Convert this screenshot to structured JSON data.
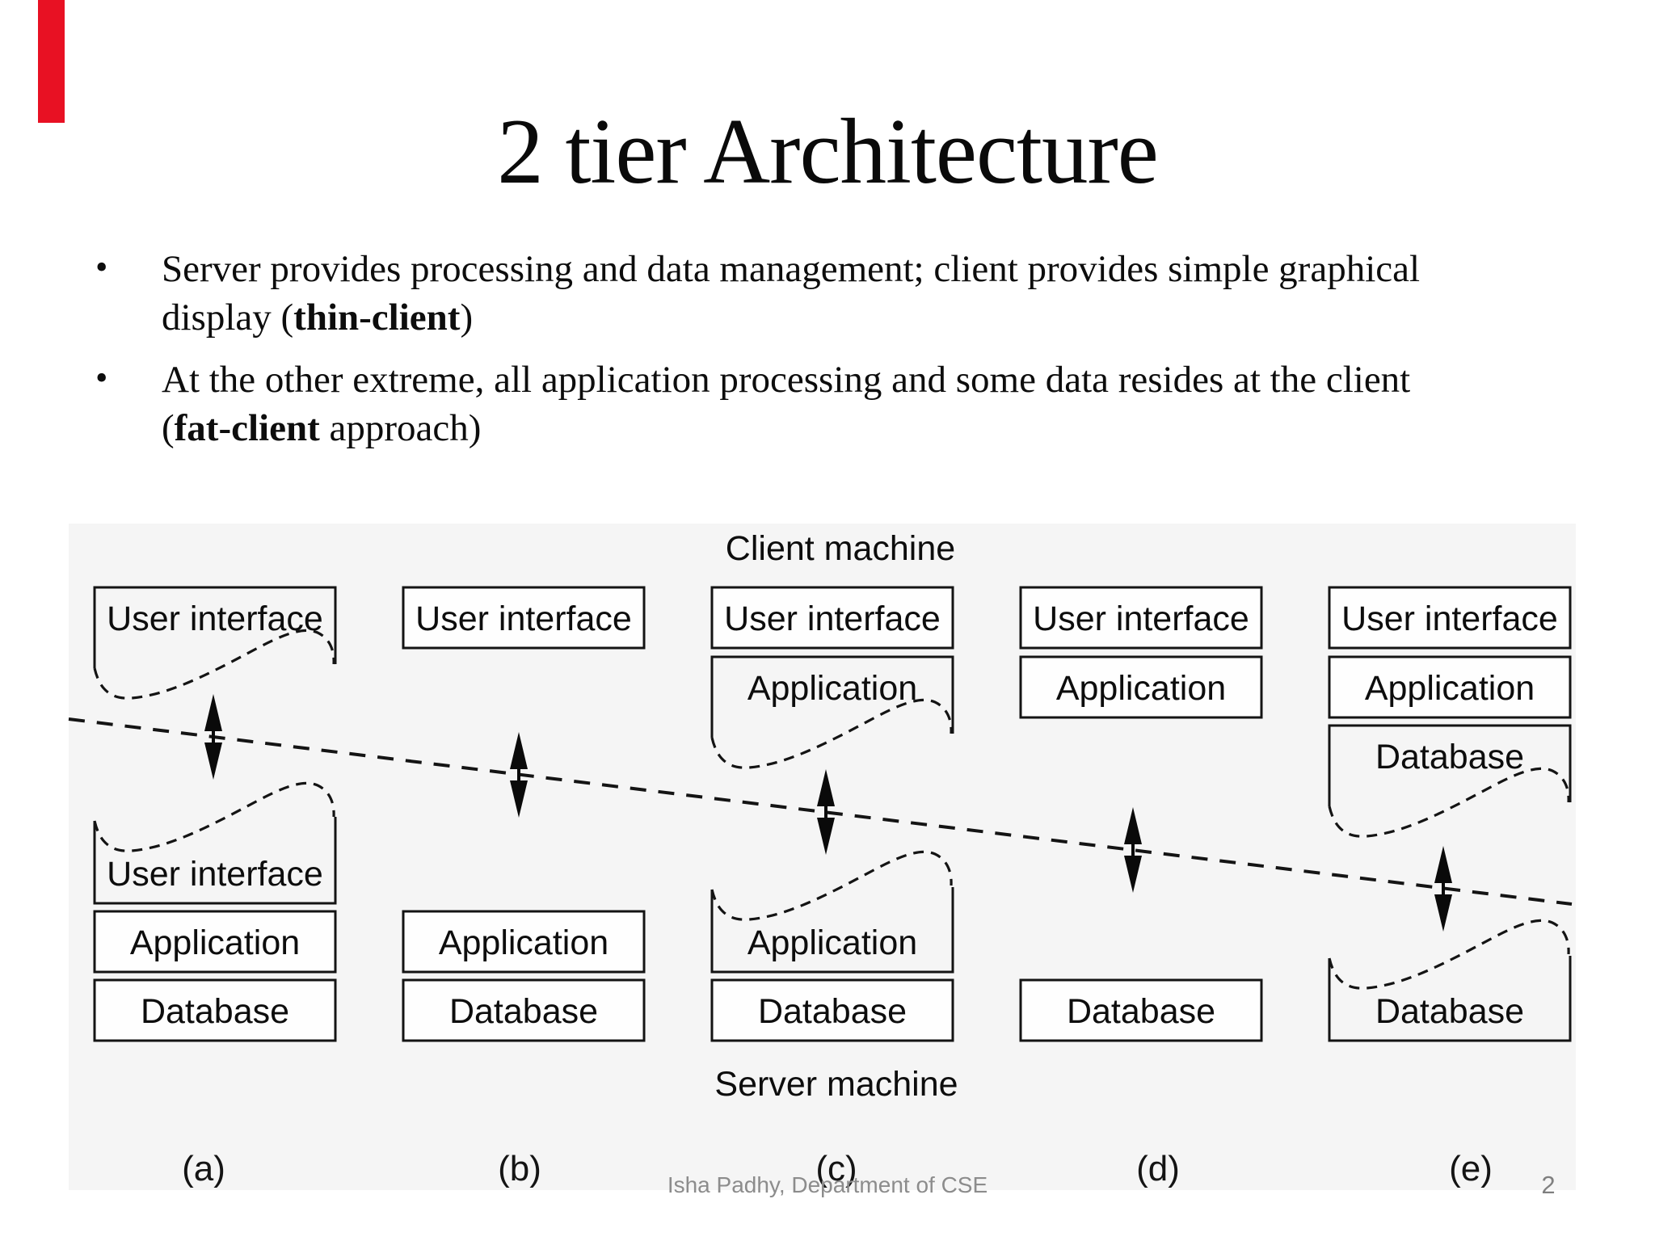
{
  "slide": {
    "title": "2 tier Architecture",
    "accent_color": "#e81123",
    "bullets": [
      {
        "line1": "Server provides processing and data management; client provides simple graphical",
        "line2_pre": "display (",
        "line2_bold": "thin-client",
        "line2_post": ")"
      },
      {
        "line1": "At the other extreme, all application processing and some data resides at the client",
        "line2_pre": "(",
        "line2_bold": "fat-client",
        "line2_post": " approach)"
      }
    ],
    "bullet_glyph": "•"
  },
  "diagram": {
    "top_label": "Client machine",
    "bottom_label": "Server machine",
    "box_labels": {
      "ui": "User interface",
      "app": "Application",
      "db": "Database"
    },
    "column_labels": [
      "(a)",
      "(b)",
      "(c)",
      "(d)",
      "(e)"
    ],
    "panel_bg": "#f5f5f5",
    "line_color": "#141414"
  },
  "footer": {
    "credit": "Isha Padhy, Department of CSE",
    "page": "2"
  }
}
